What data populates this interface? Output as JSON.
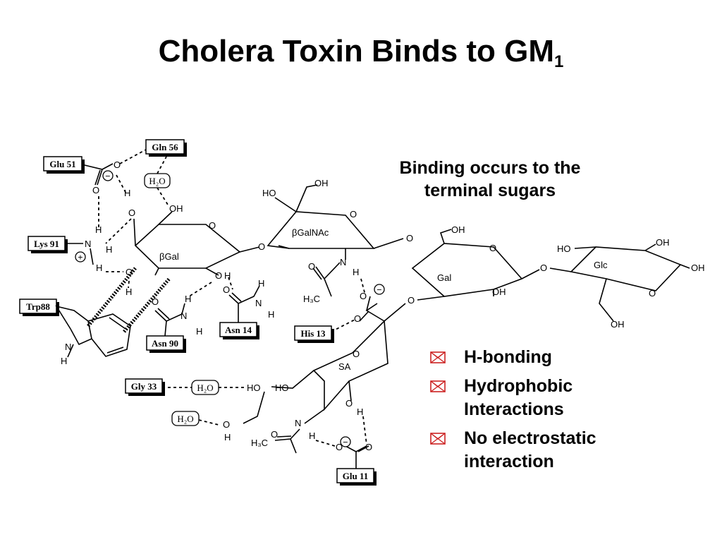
{
  "slide": {
    "title_main": "Cholera Toxin Binds to GM",
    "title_sub": "1",
    "caption_line1": "Binding occurs to the",
    "caption_line2": "terminal sugars"
  },
  "bullets": [
    {
      "line1": "H-bonding",
      "line2": ""
    },
    {
      "line1": "Hydrophobic",
      "line2": "Interactions"
    },
    {
      "line1": "No electrostatic",
      "line2": "interaction"
    }
  ],
  "residues": {
    "glu51": "Glu 51",
    "gln56": "Gln 56",
    "lys91": "Lys 91",
    "trp88": "Trp88",
    "asn90": "Asn 90",
    "asn14": "Asn 14",
    "his13": "His 13",
    "gly33": "Gly 33",
    "glu11": "Glu 11"
  },
  "sugars": {
    "bgal": "βGal",
    "bgalnac": "βGalNAc",
    "gal": "Gal",
    "glc": "Glc",
    "sa": "SA"
  },
  "atoms": {
    "O": "O",
    "OH": "OH",
    "HO": "HO",
    "H": "H",
    "N": "N",
    "water": "H₂O",
    "h3c": "H₃C",
    "minus": "−",
    "plus": "+"
  },
  "colors": {
    "text": "#000000",
    "bullet_icon": "#cc2222",
    "background": "#ffffff"
  },
  "icons": {
    "bullet": "envelope-x-icon"
  }
}
